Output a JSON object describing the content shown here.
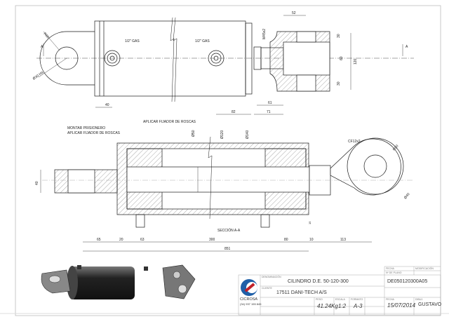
{
  "top_view": {
    "labels": {
      "port_left": "1/2\" GAS",
      "port_right": "1/2\" GAS",
      "thread": "M45x2",
      "radius": "R60",
      "bore": "Ø30 H9",
      "section_mark": "A"
    },
    "dims": {
      "d40": "40",
      "d52": "52",
      "d30a": "30",
      "d60": "60",
      "d30b": "30",
      "d120": "120",
      "d61": "61",
      "d71": "71",
      "d82": "82"
    }
  },
  "section_view": {
    "notes": {
      "note1": "MONTAR PRISIONERO",
      "note2": "APLICAR FIJADOR DE ROSCAS",
      "note3": "APLICAR FIJADOR DE ROSCAS",
      "chamfer": "CF12x2",
      "title": "SECCIÓN A-A"
    },
    "diameters": {
      "rod": "Ø50",
      "bore": "Ø120",
      "outer": "Ø140",
      "eye_r": "R50",
      "eye_d": "Ø40"
    },
    "dims": {
      "d40": "40",
      "d65": "65",
      "d20": "20",
      "d63": "63",
      "d300": "300",
      "d80": "80",
      "d10": "10",
      "d113": "113",
      "d15": "15",
      "total": "851"
    }
  },
  "title_block": {
    "company": "CICROSA",
    "company_phone": "(34) 937 155 845",
    "denomination_label": "DENOMINACIÓN",
    "denomination": "CILINDRO D.E. 50-120-300",
    "client_label": "CLIENTE",
    "client": "17511 DANI-TECH A/S",
    "weight_label": "PESO",
    "weight": "41.24Kg",
    "scale_label": "ESCALA",
    "scale": "1:2",
    "format_label": "FORMATO",
    "format": "A-3",
    "drawing_label": "Nº DE PLANO",
    "drawing_no": "DE050120300A05",
    "date_label": "FECHA",
    "date": "15/07/2014",
    "author_label": "DIBUJ.",
    "author": "GUSTAVO",
    "rev_label": "FECHA",
    "rev_desc_label": "MODIFICACIÓN"
  },
  "colors": {
    "line": "#1a1a1a",
    "hatch": "#555555",
    "logo_blue": "#1f5fa8",
    "logo_red": "#c0202a"
  }
}
